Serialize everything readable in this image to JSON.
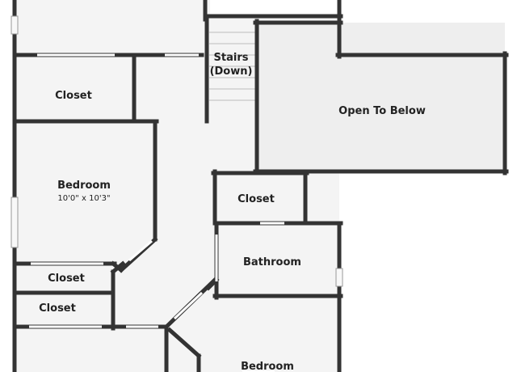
{
  "colors": {
    "wall": "#333333",
    "floor": "#f4f4f4",
    "open_to_below": "#eeeeee",
    "opening": "#ffffff",
    "window": "#f8f8f8",
    "stair_tread": "#bbbbbb"
  },
  "rooms": {
    "stairs": {
      "line1": "Stairs",
      "line2": "(Down)"
    },
    "open_to_below": {
      "label": "Open To Below"
    },
    "closet_top_left": {
      "label": "Closet"
    },
    "bedroom_left": {
      "label": "Bedroom",
      "dimensions": "10'0\" x 10'3\""
    },
    "closet_center": {
      "label": "Closet"
    },
    "bathroom": {
      "label": "Bathroom"
    },
    "closet_mid_left": {
      "label": "Closet"
    },
    "closet_lower_left": {
      "label": "Closet"
    },
    "bedroom_bottom": {
      "label": "Bedroom"
    }
  }
}
